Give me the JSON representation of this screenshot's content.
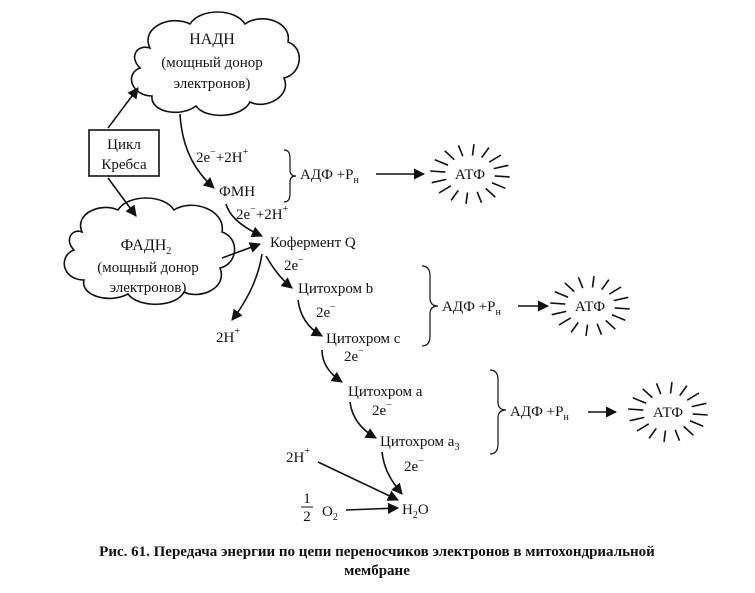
{
  "nadh": {
    "line1": "НАДН",
    "line2": "(мощный донор",
    "line3": "электронов)"
  },
  "fadh": {
    "line1_base": "ФАДН",
    "line1_sub": "2",
    "line2": "(мощный донор",
    "line3": "электронов)"
  },
  "krebs": {
    "line1": "Цикл",
    "line2": "Кребса"
  },
  "chain": {
    "fmn": "ФМН",
    "coq": "Кофермент Q",
    "cyt_b": "Цитохром b",
    "cyt_c": "Цитохром с",
    "cyt_a": "Цитохром а",
    "cyt_a3_base": "Цитохром а",
    "cyt_a3_sub": "3",
    "water_base": "H",
    "water_sub": "2",
    "water_o": "O"
  },
  "electrons": {
    "label_a": "2e",
    "label_b": "+2H",
    "minus": "−",
    "plus": "+",
    "plain": "2e"
  },
  "protons": {
    "base": "2H",
    "sup": "+"
  },
  "oxygen": {
    "num": "1",
    "den": "2",
    "o_base": "O",
    "o_sub": "2"
  },
  "adp": {
    "base": "АДФ +P",
    "sub": "н"
  },
  "atp": {
    "label": "АТФ"
  },
  "caption": {
    "line1": "Рис. 61. Передача энергии по цепи переносчиков электронов в митохондриальной",
    "line2": "мембране"
  }
}
